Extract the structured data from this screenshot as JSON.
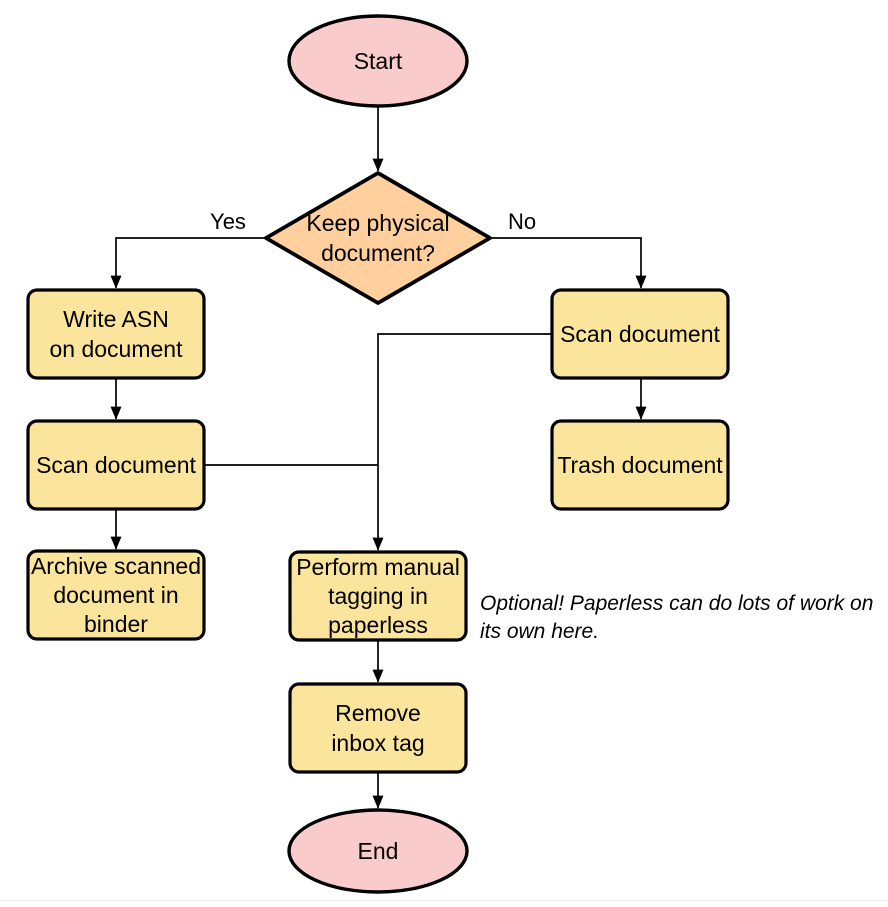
{
  "nodes": {
    "start": {
      "label": "Start",
      "type": "terminal"
    },
    "decision": {
      "label": "Keep physical\ndocument?",
      "type": "decision"
    },
    "write_asn": {
      "label": "Write ASN\non document",
      "type": "process"
    },
    "scan_left": {
      "label": "Scan document",
      "type": "process"
    },
    "archive": {
      "label": "Archive scanned\ndocument in\nbinder",
      "type": "process"
    },
    "scan_right": {
      "label": "Scan document",
      "type": "process"
    },
    "trash": {
      "label": "Trash document",
      "type": "process"
    },
    "tagging": {
      "label": "Perform manual\ntagging in\npaperless",
      "type": "process"
    },
    "remove_inbox": {
      "label": "Remove\ninbox tag",
      "type": "process"
    },
    "end": {
      "label": "End",
      "type": "terminal"
    }
  },
  "edge_labels": {
    "yes": "Yes",
    "no": "No"
  },
  "annotation": "Optional! Paperless can do lots of work on\nits own here.",
  "colors": {
    "terminal_fill": "#F9CCCB",
    "decision_fill": "#FFCF9E",
    "process_fill": "#FBE49B",
    "stroke": "#000000"
  }
}
